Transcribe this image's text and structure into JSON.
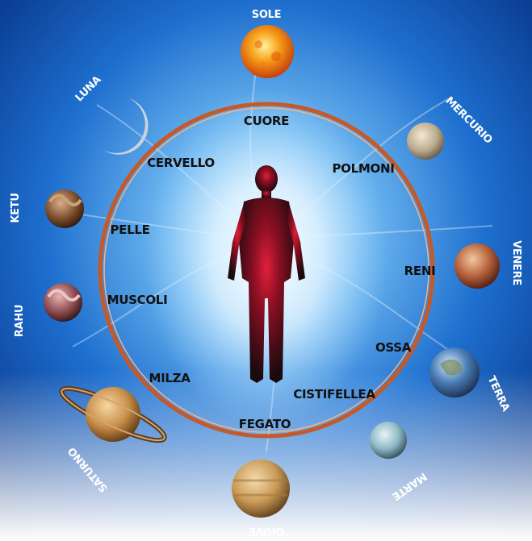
{
  "diagram": {
    "organs": {
      "cuore": "CUORE",
      "cervello": "CERVELLO",
      "polmoni": "POLMONI",
      "pelle": "PELLE",
      "reni": "RENI",
      "muscoli": "MUSCOLI",
      "ossa": "OSSA",
      "milza": "MILZA",
      "cistifellea": "CISTIFELLEA",
      "fegato": "FEGATO"
    },
    "planets": {
      "sole": "SOLE",
      "luna": "LUNA",
      "mercurio": "MERCURIO",
      "ketu": "KETU",
      "venere": "VENERE",
      "rahu": "RAHU",
      "terra": "TERRA",
      "saturno": "SATURNO",
      "marte": "MARTE",
      "giove": "GIOVE"
    }
  }
}
